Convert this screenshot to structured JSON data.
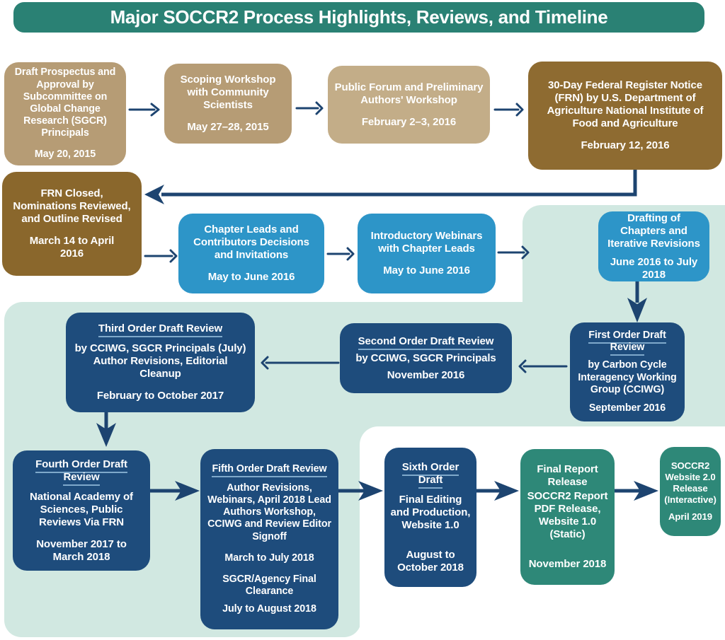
{
  "header": {
    "title": "Major SOCCR2 Process Highlights, Reviews, and Timeline"
  },
  "colors": {
    "header_bg": "#2A8174",
    "tan": "#B69C75",
    "tan_light": "#C3AD88",
    "brown": "#8E6B31",
    "brown_dark": "#8A672C",
    "blue": "#2D95C8",
    "navy": "#1E4C7C",
    "green": "#2E8878",
    "band_bg": "#D1E8E1",
    "arrow": "#1D4470",
    "underline": "#7FA9CB",
    "text": "#FFFFFF"
  },
  "boxes": {
    "draft_prospectus": {
      "title": "Draft Prospectus and Approval by Subcommittee on Global Change Research (SGCR) Principals",
      "date": "May 20, 2015"
    },
    "scoping_workshop": {
      "title": "Scoping Workshop with Community Scientists",
      "date": "May 27–28, 2015"
    },
    "public_forum": {
      "title": "Public Forum and Preliminary Authors' Workshop",
      "date": "February 2–3, 2016"
    },
    "frn_notice": {
      "title": "30-Day Federal Register Notice (FRN) by U.S. Department of Agriculture National Institute of Food and Agriculture",
      "date": "February 12, 2016"
    },
    "frn_closed": {
      "title": "FRN Closed, Nominations Reviewed, and Outline Revised",
      "date": "March 14 to April 2016"
    },
    "chapter_leads": {
      "title": "Chapter Leads and Contributors Decisions and Invitations",
      "date": "May to June 2016"
    },
    "intro_webinars": {
      "title": "Introductory Webinars with Chapter Leads",
      "date": "May to June 2016"
    },
    "drafting": {
      "title": "Drafting of Chapters and Iterative Revisions",
      "date": "June 2016 to July 2018"
    },
    "third_order": {
      "heading": "Third Order Draft Review",
      "body": "by CCIWG, SGCR Principals (July) Author Revisions, Editorial Cleanup",
      "date": "February to October 2017"
    },
    "second_order": {
      "heading": "Second Order Draft Review",
      "body": "by CCIWG, SGCR Principals",
      "date": "November 2016"
    },
    "first_order": {
      "heading": "First Order Draft Review",
      "body": "by Carbon Cycle Interagency Working Group (CCIWG)",
      "date": "September 2016"
    },
    "fourth_order": {
      "heading": "Fourth Order Draft Review",
      "body": "National Academy of Sciences, Public Reviews Via FRN",
      "date": "November 2017 to March 2018"
    },
    "fifth_order": {
      "heading": "Fifth Order Draft Review",
      "body": "Author Revisions, Webinars, April 2018 Lead Authors Workshop, CCIWG and Review Editor Signoff",
      "date": "March to July 2018",
      "body2": "SGCR/Agency Final Clearance",
      "date2": "July to August 2018"
    },
    "sixth_order": {
      "heading": "Sixth Order Draft",
      "body": "Final Editing and Production, Website 1.0",
      "date": "August to October 2018"
    },
    "final_report": {
      "title": "Final Report Release",
      "body": "SOCCR2 Report PDF Release, Website 1.0 (Static)",
      "date": "November 2018"
    },
    "website": {
      "title": "SOCCR2 Website 2.0 Release (Interactive)",
      "date": "April 2019"
    }
  }
}
